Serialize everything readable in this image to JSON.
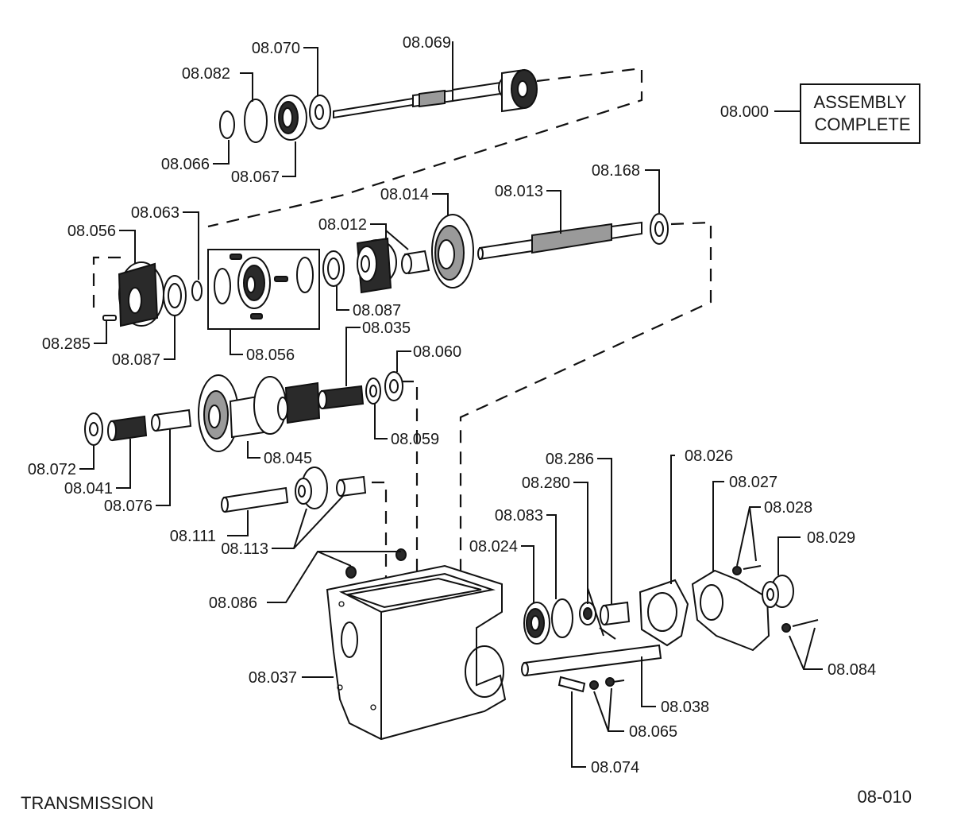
{
  "diagram": {
    "title": "TRANSMISSION",
    "page_number": "08-010",
    "assembly_box": {
      "line1": "ASSEMBLY",
      "line2": "COMPLETE"
    },
    "labels": {
      "l08000": "08.000",
      "l08070": "08.070",
      "l08069": "08.069",
      "l08082": "08.082",
      "l08066": "08.066",
      "l08067": "08.067",
      "l08168": "08.168",
      "l08014": "08.014",
      "l08013": "08.013",
      "l08063": "08.063",
      "l08012": "08.012",
      "l08056a": "08.056",
      "l08087a": "08.087",
      "l08285": "08.285",
      "l08087b": "08.087",
      "l08056b": "08.056",
      "l08035": "08.035",
      "l08060": "08.060",
      "l08059": "08.059",
      "l08072": "08.072",
      "l08045": "08.045",
      "l08041": "08.041",
      "l08076": "08.076",
      "l08111": "08.111",
      "l08113": "08.113",
      "l08086": "08.086",
      "l08286": "08.286",
      "l08026": "08.026",
      "l08280": "08.280",
      "l08027": "08.027",
      "l08028": "08.028",
      "l08083": "08.083",
      "l08029": "08.029",
      "l08024": "08.024",
      "l08037": "08.037",
      "l08084": "08.084",
      "l08038": "08.038",
      "l08065": "08.065",
      "l08074": "08.074"
    }
  }
}
